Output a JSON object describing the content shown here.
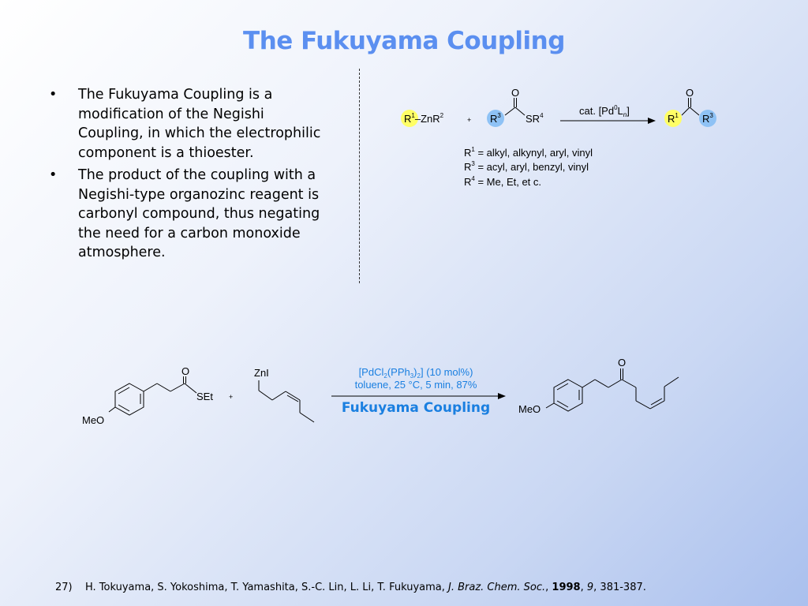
{
  "slide": {
    "title": "The Fukuyama Coupling",
    "bullets": [
      "The Fukuyama Coupling is a modification of the Negishi Coupling, in which the electrophilic component is a thioester.",
      "The product of the coupling with a Negishi-type organozinc reagent is carbonyl compound, thus negating the need for a carbon monoxide atmosphere."
    ],
    "bullet_symbol": "•"
  },
  "general_scheme": {
    "reagent1": {
      "r": "R",
      "r_sup": "1",
      "mid": "–ZnR",
      "mid_sup": "2"
    },
    "plus": "+",
    "thioester": {
      "r": "R",
      "r_sup": "3",
      "s": "SR",
      "s_sup": "4",
      "o": "O"
    },
    "condition": {
      "a": "cat. [Pd",
      "sup": "0",
      "b": "L",
      "sub": "n",
      "c": "]"
    },
    "product": {
      "r1": "R",
      "r1_sup": "1",
      "r3": "R",
      "r3_sup": "3",
      "o": "O"
    },
    "definitions": [
      {
        "r": "R",
        "sup": "1",
        "text": " = alkyl, alkynyl, aryl, vinyl"
      },
      {
        "r": "R",
        "sup": "3",
        "text": " = acyl, aryl, benzyl, vinyl"
      },
      {
        "r": "R",
        "sup": "4",
        "text": " = Me, Et, et c."
      }
    ],
    "colors": {
      "r1_circle": "#ffff66",
      "r3_circle": "#8ec2f5"
    }
  },
  "example_scheme": {
    "thioester_labels": {
      "o": "O",
      "set": "SEt",
      "meo": "MeO"
    },
    "plus": "+",
    "zinc_label": "ZnI",
    "cond_line1": {
      "a": "[PdCl",
      "s1": "2",
      "b": "(PPh",
      "s2": "3",
      "c": ")",
      "s3": "2",
      "d": "] (10 mol%)"
    },
    "cond_line2": "toluene, 25 °C, 5 min, 87%",
    "reaction_name": "Fukuyama Coupling",
    "product_labels": {
      "o": "O",
      "meo": "MeO"
    },
    "colors": {
      "accent": "#1a7fe0"
    }
  },
  "reference": {
    "number": "27)",
    "authors": "H. Tokuyama, S. Yokoshima, T. Yamashita, S.-C. Lin, L. Li, T. Fukuyama, ",
    "journal": "J. Braz. Chem. Soc.",
    "sep1": ", ",
    "year": "1998",
    "sep2": ", ",
    "volume": "9",
    "pages": ", 381-387."
  }
}
